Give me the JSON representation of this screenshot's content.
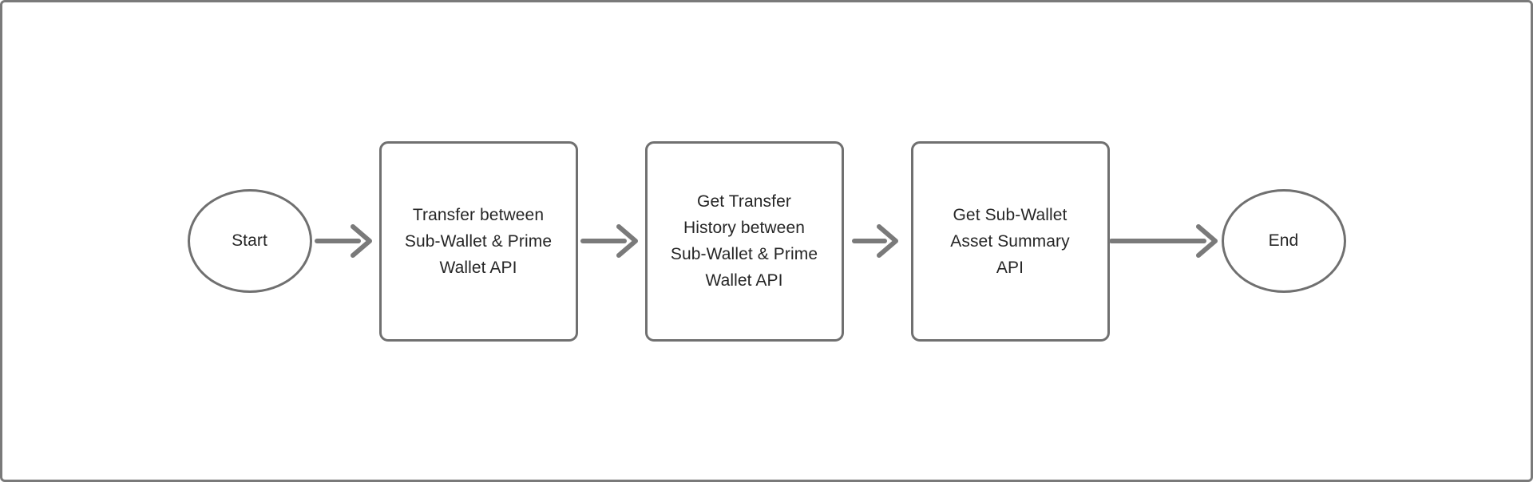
{
  "diagram": {
    "type": "flowchart",
    "orientation": "horizontal",
    "frame": {
      "border_color": "#7a7a7a",
      "background_color": "#ffffff"
    },
    "style": {
      "node_border_color": "#707070",
      "node_fill_color": "#ffffff",
      "text_color": "#262626",
      "arrow_color": "#7a7a7a"
    },
    "nodes": [
      {
        "id": "start",
        "shape": "ellipse",
        "label": "Start"
      },
      {
        "id": "transfer-api",
        "shape": "rounded-rectangle",
        "label": "Transfer between\nSub-Wallet & Prime\nWallet API"
      },
      {
        "id": "transfer-history-api",
        "shape": "rounded-rectangle",
        "label": "Get Transfer\nHistory between\nSub-Wallet & Prime\nWallet API"
      },
      {
        "id": "asset-summary-api",
        "shape": "rounded-rectangle",
        "label": "Get Sub-Wallet\nAsset Summary\nAPI"
      },
      {
        "id": "end",
        "shape": "ellipse",
        "label": "End"
      }
    ],
    "edges": [
      {
        "id": "edge-1",
        "from": "start",
        "to": "transfer-api",
        "label": ""
      },
      {
        "id": "edge-2",
        "from": "transfer-api",
        "to": "transfer-history-api",
        "label": ""
      },
      {
        "id": "edge-3",
        "from": "transfer-history-api",
        "to": "asset-summary-api",
        "label": ""
      },
      {
        "id": "edge-4",
        "from": "asset-summary-api",
        "to": "end",
        "label": ""
      }
    ]
  }
}
